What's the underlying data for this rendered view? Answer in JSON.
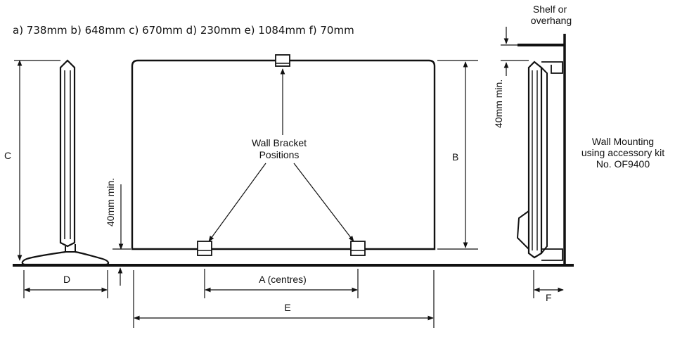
{
  "dimensions_line": "a) 738mm b) 648mm c) 670mm d) 230mm e) 1084mm f) 70mm",
  "labels": {
    "a": "A (centres)",
    "b": "B",
    "c": "C",
    "d": "D",
    "e": "E",
    "f": "F",
    "bracket_line1": "Wall Bracket",
    "bracket_line2": "Positions",
    "min_clearance_front": "40mm min.",
    "min_clearance_side": "40mm min.",
    "shelf_line1": "Shelf or",
    "shelf_line2": "overhang",
    "wall_line1": "Wall Mounting",
    "wall_line2": "using accessory kit",
    "wall_line3": "No. OF9400"
  },
  "colors": {
    "ink": "#111111",
    "background": "#ffffff"
  }
}
